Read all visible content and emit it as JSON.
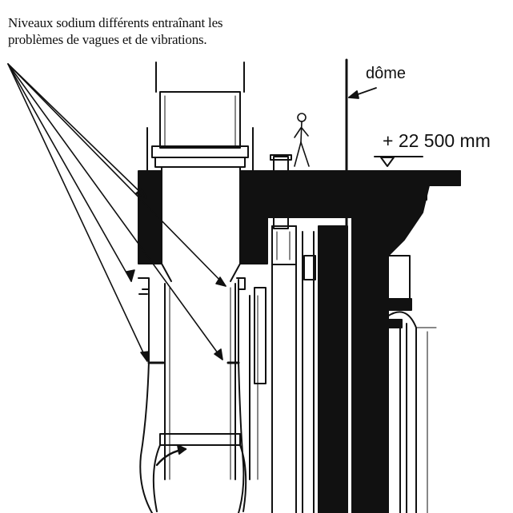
{
  "caption": {
    "line1": "Niveaux sodium différents entraînant les",
    "line2": "problèmes de vagues et de vibrations."
  },
  "labels": {
    "dome": "dôme",
    "elevation": "+ 22 500 mm"
  },
  "colors": {
    "ink": "#111111",
    "paper": "#ffffff"
  }
}
